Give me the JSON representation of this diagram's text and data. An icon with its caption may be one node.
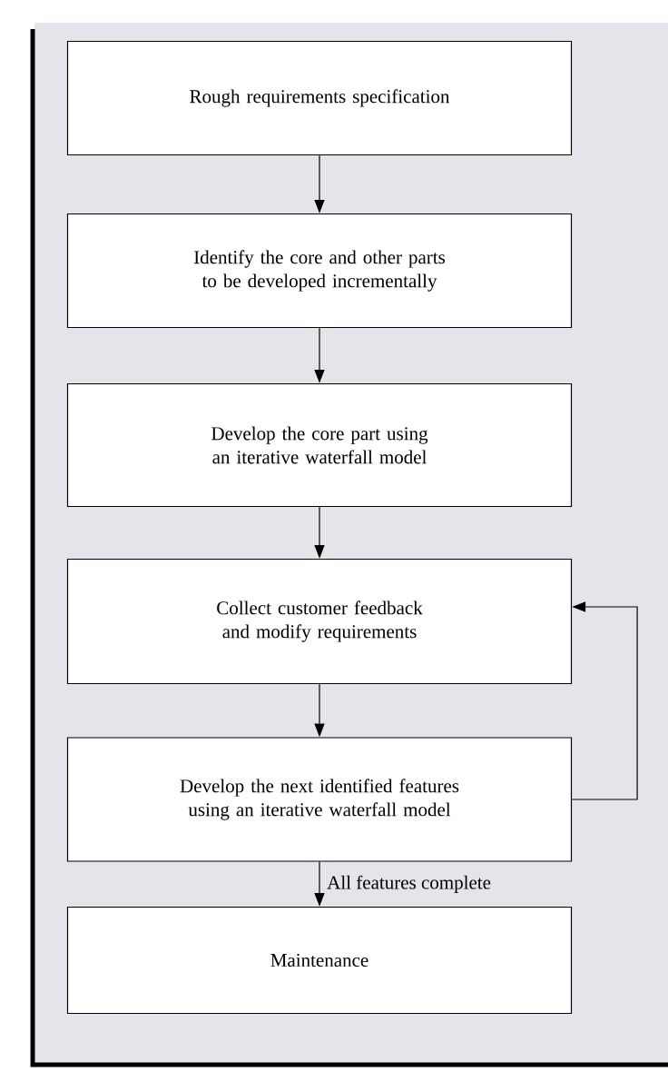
{
  "diagram": {
    "nodes": [
      {
        "text": [
          "Rough requirements specification"
        ]
      },
      {
        "text": [
          "Identify the core and other parts to be developed incrementally"
        ]
      },
      {
        "text": [
          "Develop the core part using an iterative waterfall model"
        ]
      },
      {
        "text": [
          "Collect customer feedback and modify requirements"
        ]
      },
      {
        "text": [
          "Develop the next identified features using an iterative waterfall model"
        ]
      },
      {
        "text": [
          "Maintenance"
        ]
      }
    ],
    "edges": [
      {
        "from": 0,
        "to": 1,
        "arrow": "to"
      },
      {
        "from": 1,
        "to": 2,
        "arrow": "to"
      },
      {
        "from": 2,
        "to": 3,
        "arrow": "to"
      },
      {
        "from": 3,
        "to": 4,
        "arrow": "to"
      },
      {
        "from": 4,
        "to": 3,
        "arrow": "to"
      },
      {
        "from": 4,
        "to": 5,
        "arrow": "to",
        "label": "All features complete"
      }
    ]
  }
}
